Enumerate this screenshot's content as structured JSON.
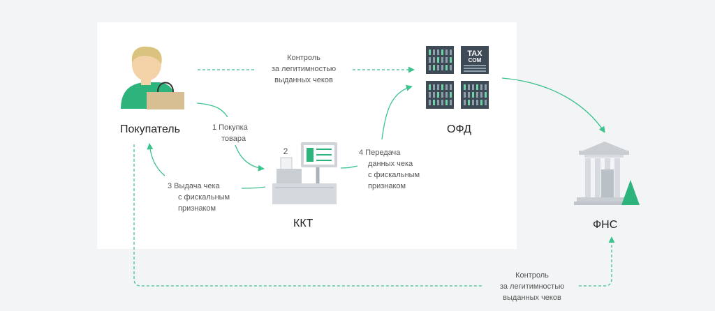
{
  "nodes": {
    "buyer": "Покупатель",
    "kkt": "ККТ",
    "ofd": "ОФД",
    "fns": "ФНС",
    "kkt_step_num": "2"
  },
  "tax_logo": [
    "TAX",
    "COM"
  ],
  "notes": {
    "control_top": [
      "Контроль",
      "за легитимностью",
      "выданных чеков"
    ],
    "purchase": [
      "1  Покупка",
      "товара"
    ],
    "receipt": [
      "3  Выдача чека",
      "с фискальным",
      "признаком"
    ],
    "transfer": [
      "4  Передача",
      "данных чека",
      "с фискальным",
      "признаком"
    ],
    "control_bottom": [
      "Контроль",
      "за легитимностью",
      "выданных чеков"
    ]
  },
  "colors": {
    "accent": "#2db37c",
    "arrow": "#3cc28d",
    "server": "#3e4a56",
    "building": "#c9ced3"
  }
}
